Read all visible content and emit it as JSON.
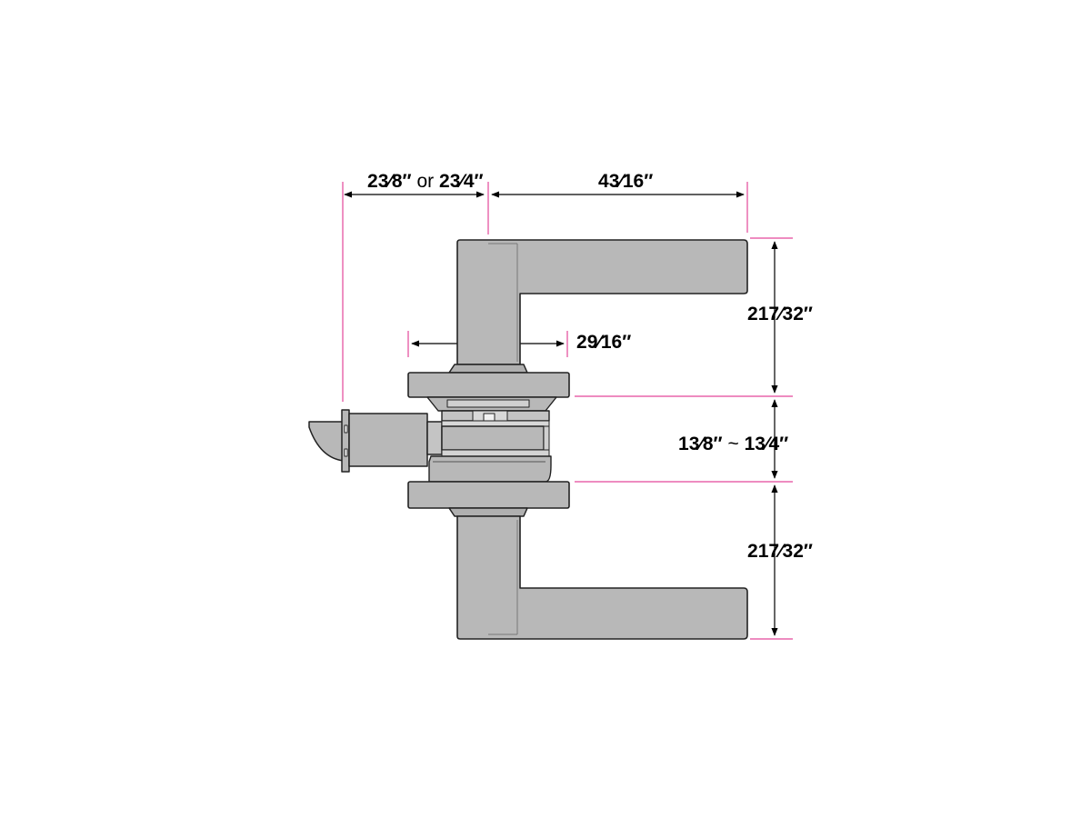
{
  "colors": {
    "background": "#ffffff",
    "part_fill": "#b8b8b8",
    "part_stroke": "#222222",
    "extension_line": "#e3479a",
    "dimension_line": "#000000"
  },
  "dimensions": {
    "backset": {
      "whole_a": "2",
      "frac_a": "3⁄8″",
      "joiner": "or",
      "whole_b": "2",
      "frac_b": "3⁄4″"
    },
    "lever_length": {
      "whole": "4",
      "frac": "3⁄16″"
    },
    "rose_diameter": {
      "whole": "2",
      "frac": "9⁄16″"
    },
    "lever_height_top": {
      "whole": "2",
      "frac": "17⁄32″"
    },
    "door_thickness": {
      "whole_a": "1",
      "frac_a": "3⁄8″",
      "joiner": "~",
      "whole_b": "1",
      "frac_b": "3⁄4″"
    },
    "lever_height_bottom": {
      "whole": "2",
      "frac": "17⁄32″"
    }
  }
}
